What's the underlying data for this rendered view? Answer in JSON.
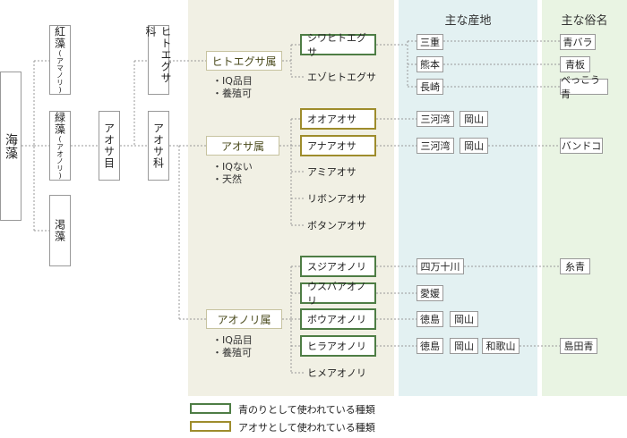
{
  "columns": {
    "production": "主な産地",
    "common_name": "主な俗名"
  },
  "tree": {
    "root": "海藻",
    "divisions": {
      "red": {
        "name": "紅藻",
        "sub": "(アマノリ)"
      },
      "green": {
        "name": "緑藻",
        "sub": "(アオノリ)"
      },
      "brown": {
        "name": "渇藻"
      }
    },
    "order": "アオサ目",
    "families": {
      "hitoegusa": "ヒトエグサ科",
      "aosa": "アオサ科"
    },
    "genera": [
      {
        "name": "ヒトエグサ属",
        "note1": "・IQ品目",
        "note2": "・養殖可"
      },
      {
        "name": "アオサ属",
        "note1": "・IQない",
        "note2": "・天然"
      },
      {
        "name": "アオノリ属",
        "note1": "・IQ品目",
        "note2": "・養殖可"
      }
    ]
  },
  "species": [
    {
      "name": "シワヒトエグサ",
      "type": "green"
    },
    {
      "name": "エゾヒトエグサ",
      "type": "plain"
    },
    {
      "name": "オオアオサ",
      "type": "olive"
    },
    {
      "name": "アナアオサ",
      "type": "olive"
    },
    {
      "name": "アミアオサ",
      "type": "plain"
    },
    {
      "name": "リボンアオサ",
      "type": "plain"
    },
    {
      "name": "ボタンアオサ",
      "type": "plain"
    },
    {
      "name": "スジアオノリ",
      "type": "green"
    },
    {
      "name": "ウスバアオノリ",
      "type": "green"
    },
    {
      "name": "ボウアオノリ",
      "type": "green"
    },
    {
      "name": "ヒラアオノリ",
      "type": "green"
    },
    {
      "name": "ヒメアオノリ",
      "type": "plain"
    }
  ],
  "production": {
    "mie": "三重",
    "kumamoto": "熊本",
    "nagasaki": "長崎",
    "mikawa1": "三河湾",
    "okayama1": "岡山",
    "mikawa2": "三河湾",
    "okayama2": "岡山",
    "shimanto": "四万十川",
    "ehime": "愛媛",
    "tokushima1": "徳島",
    "okayama3": "岡山",
    "tokushima2": "徳島",
    "okayama4": "岡山",
    "wakayama": "和歌山"
  },
  "common_names": {
    "aobara": "青バラ",
    "aoita": "青板",
    "bekko": "べっこう青",
    "pandoko": "バンドコ",
    "itoao": "糸青",
    "shimadaao": "島田青"
  },
  "legend": [
    {
      "label": "青のりとして使われている種類",
      "color": "#4e7d45"
    },
    {
      "label": "アオサとして使われている種類",
      "color": "#9e8c2c"
    }
  ]
}
